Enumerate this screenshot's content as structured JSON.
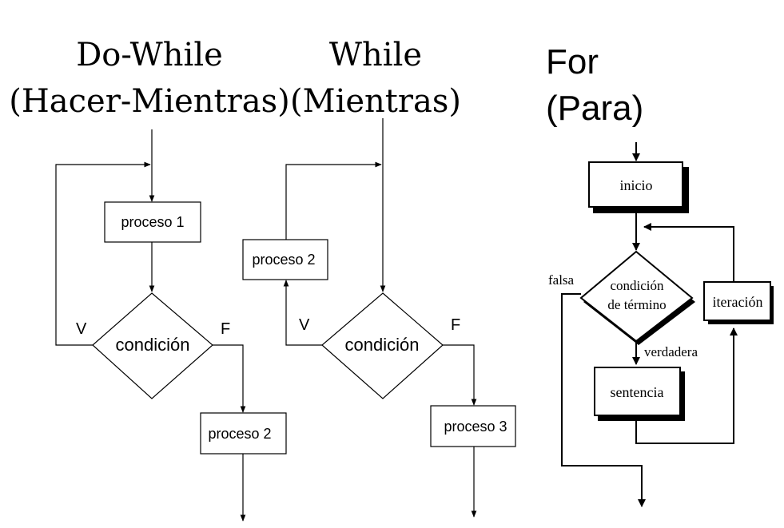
{
  "do_while": {
    "title_line1": "Do-While",
    "title_line2": "(Hacer-Mientras)",
    "process1": "proceso 1",
    "condition": "condición",
    "true_label": "V",
    "false_label": "F",
    "process2": "proceso 2"
  },
  "while": {
    "title_line1": "While",
    "title_line2": "(Mientras)",
    "process2": "proceso 2",
    "condition": "condición",
    "true_label": "V",
    "false_label": "F",
    "process3": "proceso 3"
  },
  "for": {
    "title_line1": "For",
    "title_line2": "(Para)",
    "init": "inicio",
    "condition_line1": "condición",
    "condition_line2": "de término",
    "false_label": "falsa",
    "true_label": "verdadera",
    "statement": "sentencia",
    "iteration": "iteración"
  }
}
